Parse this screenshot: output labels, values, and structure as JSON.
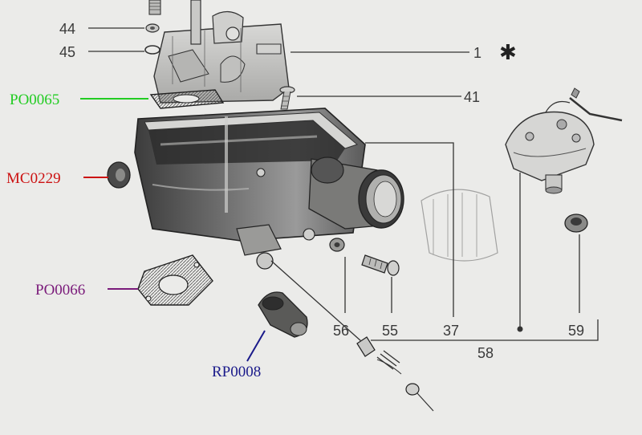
{
  "diagram": {
    "part_numbers": {
      "n44": "44",
      "n45": "45",
      "n1": "1",
      "n41": "41",
      "n56": "56",
      "n55": "55",
      "n37": "37",
      "n59": "59",
      "n58": "58"
    },
    "asterisk": "✱",
    "reference_codes": {
      "po0065": {
        "text": "PO0065",
        "color": "#22cc22"
      },
      "mc0229": {
        "text": "MC0229",
        "color": "#cc1111"
      },
      "po0066": {
        "text": "PO0066",
        "color": "#7a1a7a"
      },
      "rp0008": {
        "text": "RP0008",
        "color": "#1a1a8a"
      }
    },
    "colors": {
      "line": "#333333",
      "metal_dark": "#4a4a4a",
      "metal_mid": "#8a8a8a",
      "metal_light": "#c8c8c8"
    }
  }
}
